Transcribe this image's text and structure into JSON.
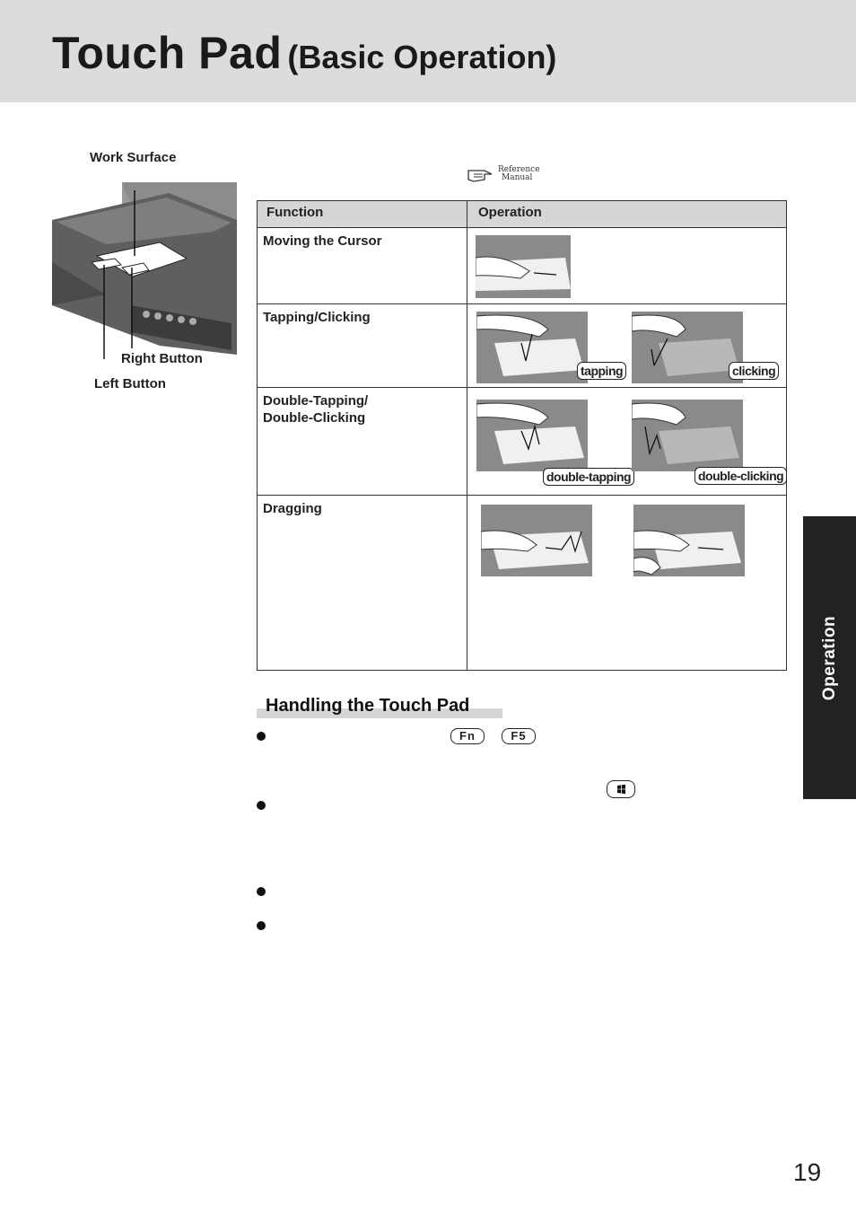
{
  "header": {
    "title_main": "Touch Pad",
    "title_sub": "(Basic Operation)"
  },
  "device_labels": {
    "work_surface": "Work Surface",
    "right_button": "Right Button",
    "left_button": "Left Button"
  },
  "reference": {
    "line1": "Reference",
    "line2": "Manual"
  },
  "table": {
    "headers": {
      "function": "Function",
      "operation": "Operation"
    },
    "rows": [
      {
        "function_line1": "Moving the Cursor",
        "function_line2": ""
      },
      {
        "function_line1": "Tapping/Clicking",
        "function_line2": "",
        "callout_left": "tapping",
        "callout_right": "clicking"
      },
      {
        "function_line1": "Double-Tapping/",
        "function_line2": "Double-Clicking",
        "callout_left": "double-tapping",
        "callout_right": "double-clicking"
      },
      {
        "function_line1": "Dragging",
        "function_line2": ""
      }
    ]
  },
  "side_tab": "Operation",
  "handling": {
    "title": "Handling the Touch Pad",
    "keys": {
      "fn": "Fn",
      "f5": "F5"
    }
  },
  "page_number": "19",
  "colors": {
    "header_bg": "#dcdcdc",
    "tab_bg": "#222222",
    "table_header_bg": "#d6d6d6"
  }
}
